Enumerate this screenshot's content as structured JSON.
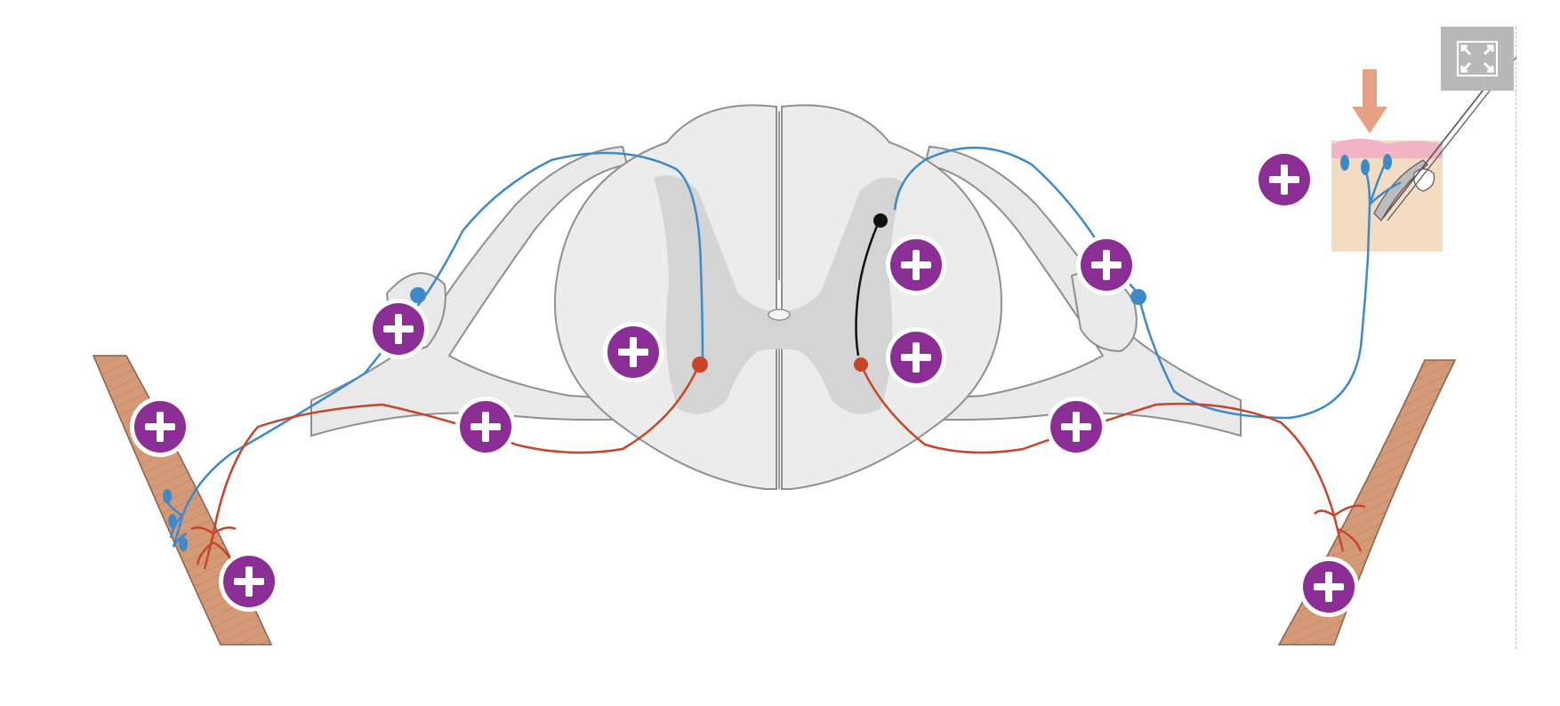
{
  "viewer": {
    "fullscreen_button": "fullscreen-icon",
    "hotspot_icon": "plus-icon"
  },
  "colors": {
    "hotspot_purple": "#8b2f96",
    "sensory_blue": "#3d8ac9",
    "motor_red": "#c8452a",
    "interneuron_black": "#111111",
    "cord_white": "#e9e9e9",
    "gray_matter": "#d2d2d2",
    "muscle": "#d49a77",
    "skin": "#f3dcc2"
  },
  "hotspots": [
    {
      "id": "left-muscle-sensory"
    },
    {
      "id": "left-muscle-motor"
    },
    {
      "id": "left-dorsal-root-ganglion"
    },
    {
      "id": "left-ventral-root"
    },
    {
      "id": "left-motor-neuron"
    },
    {
      "id": "right-interneuron"
    },
    {
      "id": "right-motor-neuron"
    },
    {
      "id": "right-dorsal-root-ganglion"
    },
    {
      "id": "right-ventral-root"
    },
    {
      "id": "skin-receptor"
    },
    {
      "id": "right-muscle"
    }
  ]
}
